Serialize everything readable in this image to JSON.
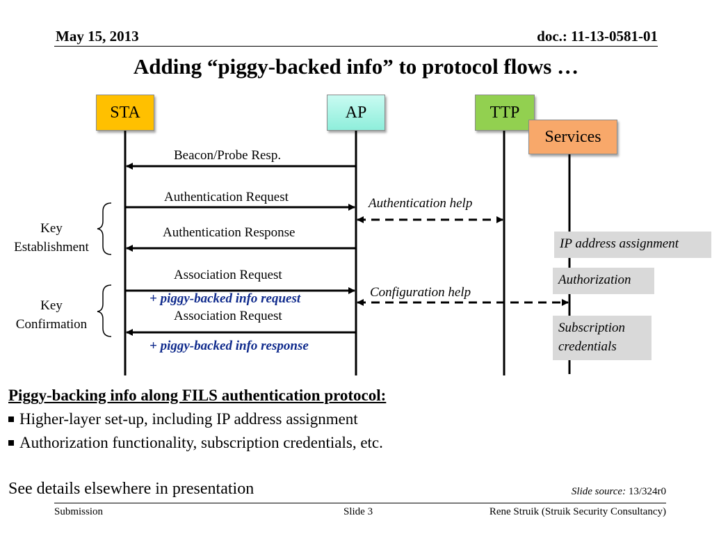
{
  "header": {
    "date": "May 15, 2013",
    "doc": "doc.: 11-13-0581-01",
    "title": "Adding “piggy-backed info” to protocol flows …"
  },
  "entities": {
    "sta": "STA",
    "ap": "AP",
    "ttp": "TTP",
    "services": "Services"
  },
  "colors": {
    "sta": "#ffc000",
    "ap": "#aef5e8",
    "ttp": "#92d050",
    "services": "#f8a86a",
    "piggy_text": "#0f2a8c",
    "gray_box": "#d9d9d9"
  },
  "messages": {
    "beacon": "Beacon/Probe Resp.",
    "auth_request": "Authentication Request",
    "auth_response": "Authentication Response",
    "assoc_request": "Association Request",
    "piggy_request": "+ piggy-backed info request",
    "assoc_request_2": "Association Request",
    "piggy_response": "+ piggy-backed info response",
    "auth_help": "Authentication help",
    "config_help": "Configuration help"
  },
  "phases": {
    "key_establishment": [
      "Key",
      "Establishment"
    ],
    "key_confirmation": [
      "Key",
      "Confirmation"
    ]
  },
  "services_list": {
    "ip_assignment": "IP address assignment",
    "authorization": "Authorization",
    "subscription": [
      "Subscription",
      "credentials"
    ]
  },
  "body": {
    "heading": "Piggy-backing info along FILS authentication protocol:",
    "bullets": [
      "Higher-layer set-up, including IP address assignment",
      "Authorization functionality, subscription credentials, etc."
    ],
    "see_details": "See details elsewhere in presentation",
    "slide_source_label": "Slide source:",
    "slide_source_value": " 13/324r0"
  },
  "footer": {
    "left": "Submission",
    "center": "Slide 3",
    "right": "Rene Struik (Struik Security Consultancy)"
  }
}
